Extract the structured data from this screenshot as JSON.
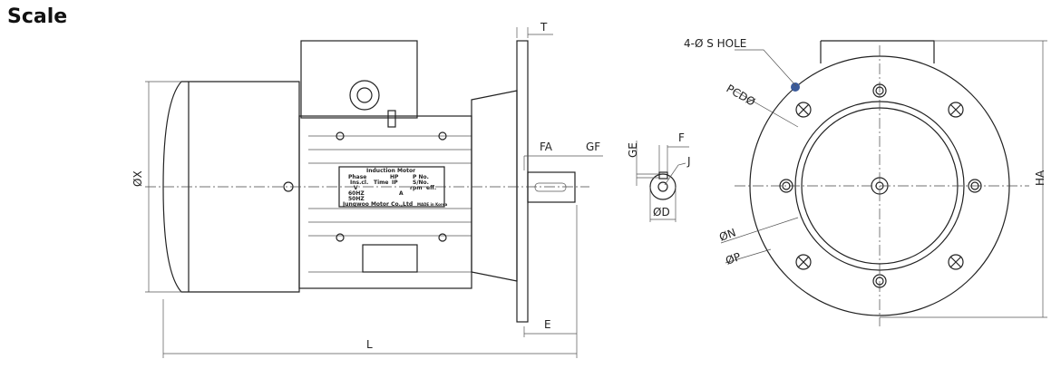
{
  "title": "Scale",
  "side_view": {
    "labels": {
      "T": "T",
      "FA": "FA",
      "GF": "GF",
      "E": "E",
      "L": "L",
      "X": "ØX"
    },
    "nameplate": {
      "heading": "Induction  Motor",
      "phase": "Phase",
      "hp": "HP",
      "pno": "P No.",
      "insul": "Ins.cl.",
      "time": "Time",
      "ip": "IP",
      "sno": "S/No.",
      "v": "V",
      "rpm": "rpm",
      "eff": "eff.",
      "hz60": "60HZ",
      "hz50": "50HZ",
      "a": "A",
      "maker": "Jungwoo Motor Co.,Ltd",
      "made": "MADE in Korea"
    }
  },
  "shaft_view": {
    "labels": {
      "GE": "GE",
      "F": "F",
      "J": "J",
      "D": "ØD"
    }
  },
  "front_view": {
    "labels": {
      "hole": "4-Ø S HOLE",
      "pcd": "PCDØ",
      "N": "ØN",
      "P": "ØP",
      "HA": "HA"
    }
  }
}
